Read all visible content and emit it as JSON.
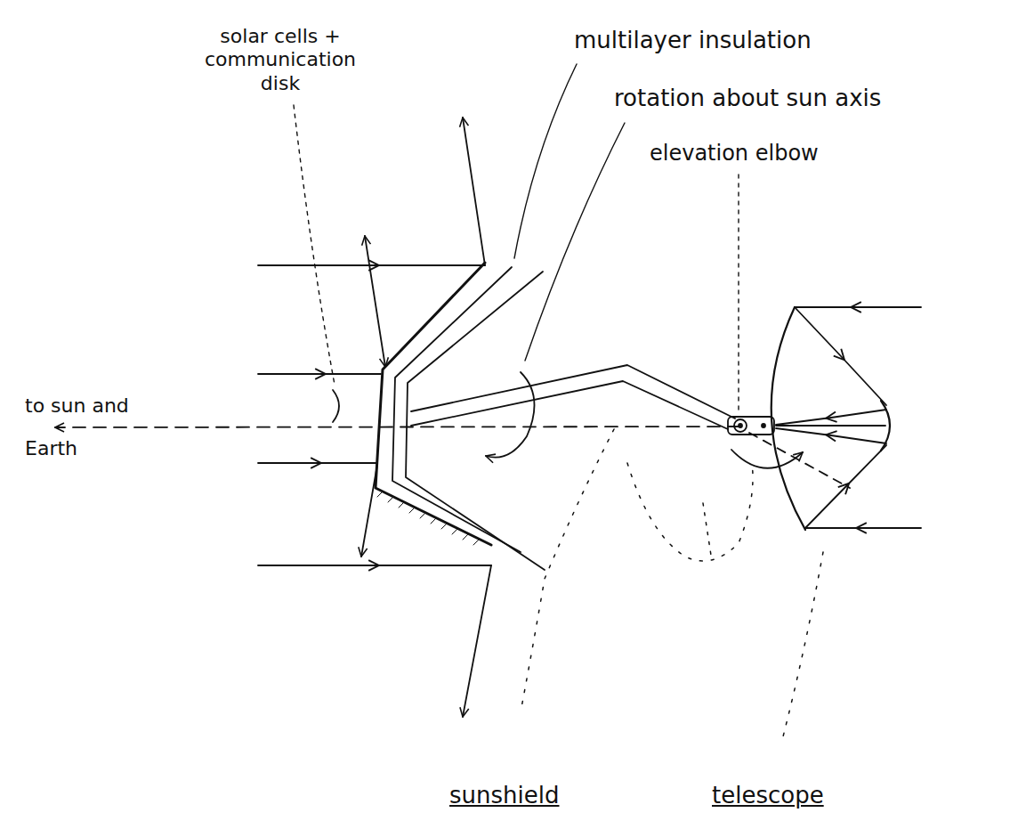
{
  "diagram": {
    "labels": [
      "multilayer insulation",
      "solar cells + communication disk",
      "rotation about sun axis",
      "elevation elbow",
      "to sun and Earth",
      "sunshield",
      "telescope"
    ]
  }
}
